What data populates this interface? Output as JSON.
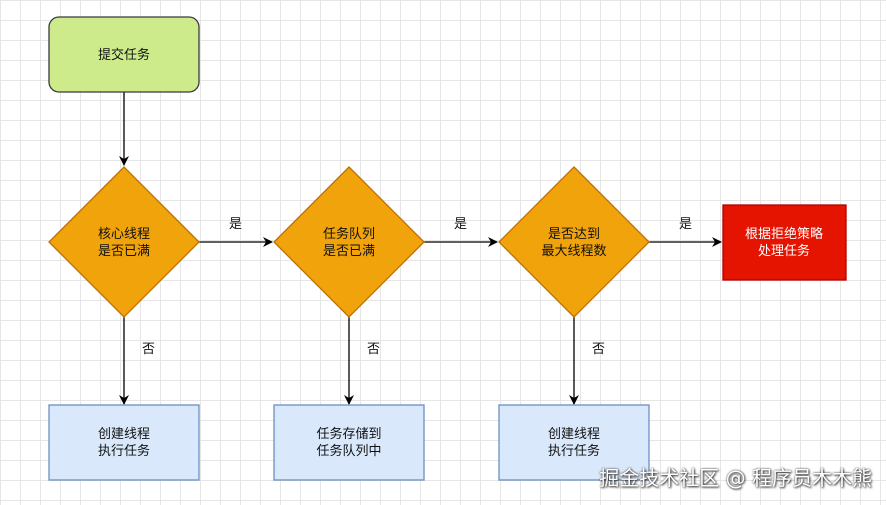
{
  "nodes": {
    "submit": {
      "text": "提交任务",
      "fill": "#cdeb8b",
      "stroke": "#36393d"
    },
    "core_full": {
      "line1": "核心线程",
      "line2": "是否已满",
      "fill": "#f0a30a",
      "stroke": "#bd7000"
    },
    "queue_full": {
      "line1": "任务队列",
      "line2": "是否已满",
      "fill": "#f0a30a",
      "stroke": "#bd7000"
    },
    "max_reached": {
      "line1": "是否达到",
      "line2": "最大线程数",
      "fill": "#f0a30a",
      "stroke": "#bd7000"
    },
    "reject": {
      "line1": "根据拒绝策略",
      "line2": "处理任务",
      "fill": "#e51400",
      "stroke": "#b20000"
    },
    "create_core": {
      "line1": "创建线程",
      "line2": "执行任务",
      "fill": "#dae8fc",
      "stroke": "#6c8ebf"
    },
    "store_queue": {
      "line1": "任务存储到",
      "line2": "任务队列中",
      "fill": "#dae8fc",
      "stroke": "#6c8ebf"
    },
    "create_extra": {
      "line1": "创建线程",
      "line2": "执行任务",
      "fill": "#dae8fc",
      "stroke": "#6c8ebf"
    }
  },
  "edges": {
    "yes": "是",
    "no": "否"
  },
  "watermark": "掘金技术社区 @ 程序员木木熊"
}
